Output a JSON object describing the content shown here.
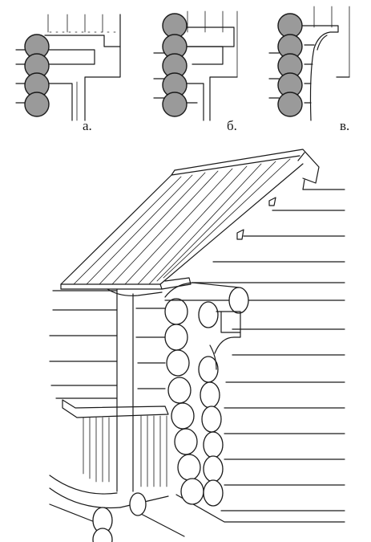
{
  "figure": {
    "panels": [
      {
        "id": "a",
        "caption": "а."
      },
      {
        "id": "b",
        "caption": "б."
      },
      {
        "id": "c",
        "caption": "в."
      }
    ]
  }
}
